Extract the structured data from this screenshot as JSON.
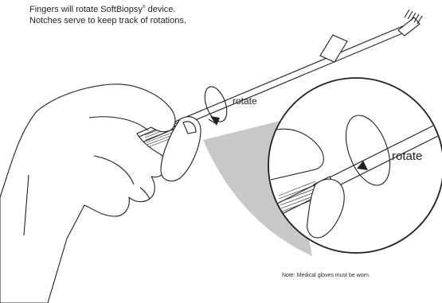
{
  "caption": {
    "line1_prefix": "Fingers will rotate SoftBiopsy",
    "line1_mark": "®",
    "line1_suffix": " device.",
    "line2": "Notches serve to keep track of rotations."
  },
  "labels": {
    "rotate_main": "rotate",
    "rotate_zoom": "rotate"
  },
  "note": "Note: Medical gloves must be worn.",
  "colors": {
    "line": "#231f20",
    "zoom_shadow": "#c8c8c8"
  }
}
